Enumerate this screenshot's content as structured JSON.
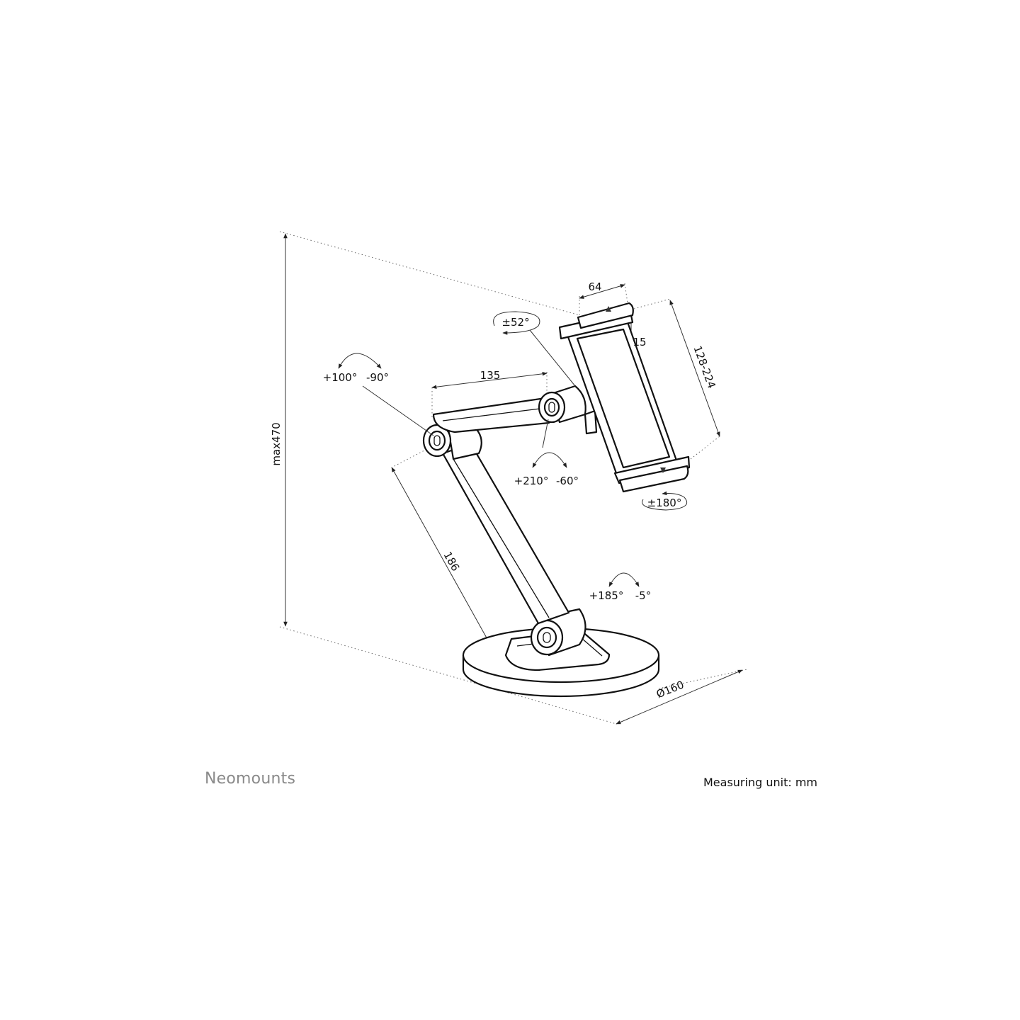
{
  "brand": "Neomounts",
  "measuring_unit": "Measuring unit: mm",
  "dimensions": {
    "height": "max470",
    "arm_lower": "186",
    "arm_upper": "135",
    "holder_depth": "64",
    "holder_range": "128-224",
    "clamp": "15",
    "base_diameter": "Ø160"
  },
  "rotations": {
    "elbow_plus": "+100°",
    "elbow_minus": "-90°",
    "mid_plus": "+210°",
    "mid_minus": "-60°",
    "tilt": "±52°",
    "rotate": "±180°",
    "base_plus": "+185°",
    "base_minus": "-5°"
  }
}
